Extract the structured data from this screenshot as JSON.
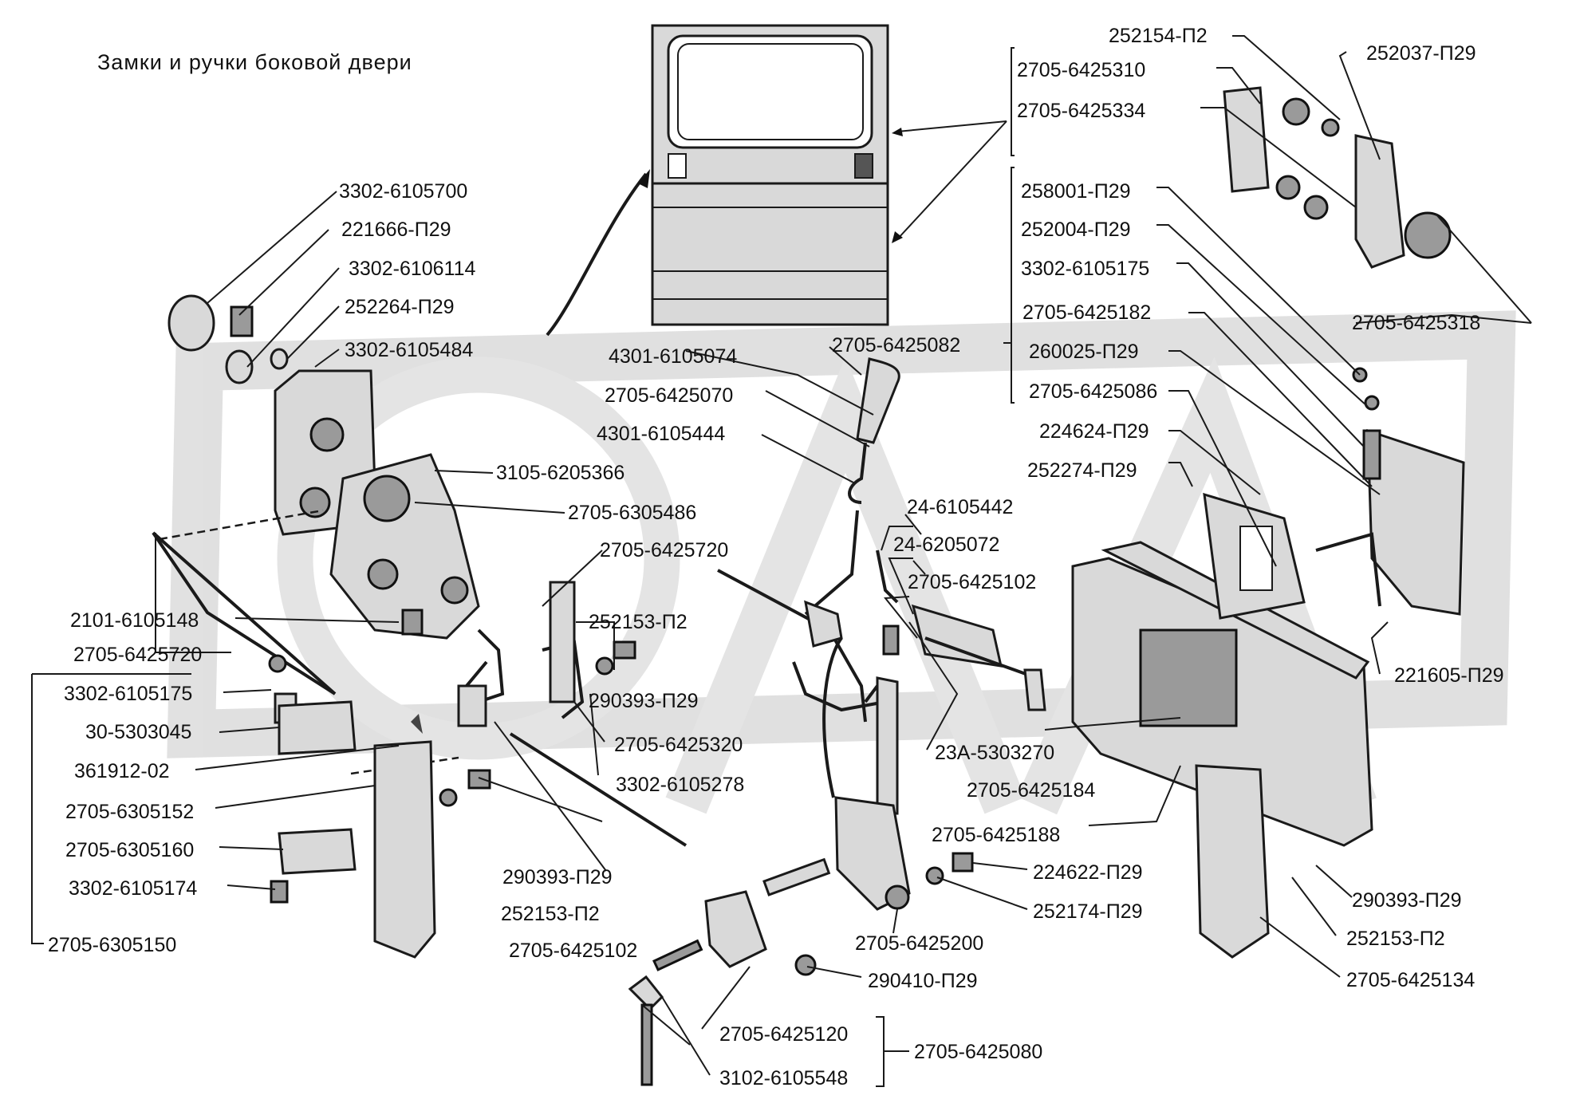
{
  "title": "Замки и ручки боковой двери",
  "colors": {
    "background": "#ffffff",
    "ink": "#111111",
    "watermark": "#c8c8c8",
    "part_fill": "#d9d9d9"
  },
  "labels": {
    "p_252154_P2_top": "252154-П2",
    "p_2705_6425310": "2705-6425310",
    "p_252037_P29": "252037-П29",
    "p_2705_6425334": "2705-6425334",
    "p_3302_6105700": "3302-6105700",
    "p_258001_P29": "258001-П29",
    "p_221666_P29": "221666-П29",
    "p_252004_P29": "252004-П29",
    "p_3302_6106114": "3302-6106114",
    "p_3302_6105175_right": "3302-6105175",
    "p_252264_P29": "252264-П29",
    "p_2705_6425182": "2705-6425182",
    "p_2705_6425318": "2705-6425318",
    "p_3302_6105484": "3302-6105484",
    "p_2705_6425082": "2705-6425082",
    "p_4301_6105074": "4301-6105074",
    "p_260025_P29": "260025-П29",
    "p_2705_6425070": "2705-6425070",
    "p_2705_6425086": "2705-6425086",
    "p_4301_6105444": "4301-6105444",
    "p_224624_P29": "224624-П29",
    "p_3105_6205366": "3105-6205366",
    "p_252274_P29": "252274-П29",
    "p_2705_6305486": "2705-6305486",
    "p_24_6105442": "24-6105442",
    "p_2705_6425720_mid": "2705-6425720",
    "p_24_6205072": "24-6205072",
    "p_2705_6425102_right": "2705-6425102",
    "p_2101_6105148": "2101-6105148",
    "p_252153_P2_mid": "252153-П2",
    "p_221605_P29": "221605-П29",
    "p_2705_6425720_left": "2705-6425720",
    "p_3302_6105175_left": "3302-6105175",
    "p_290393_P29_mid": "290393-П29",
    "p_30_5303045": "30-5303045",
    "p_2705_6425320": "2705-6425320",
    "p_23A_5303270": "23А-5303270",
    "p_361912_02": "361912-02",
    "p_3302_6105278": "3302-6105278",
    "p_2705_6425184": "2705-6425184",
    "p_2705_6305152": "2705-6305152",
    "p_2705_6425188": "2705-6425188",
    "p_2705_6305160": "2705-6305160",
    "p_290393_P29_low": "290393-П29",
    "p_224622_P29": "224622-П29",
    "p_3302_6105174": "3302-6105174",
    "p_290393_P29_right": "290393-П29",
    "p_252153_P2_low": "252153-П2",
    "p_252174_P29": "252174-П29",
    "p_2705_6305150": "2705-6305150",
    "p_2705_6425102_low": "2705-6425102",
    "p_2705_6425200": "2705-6425200",
    "p_252153_P2_right": "252153-П2",
    "p_290410_P29": "290410-П29",
    "p_2705_6425134": "2705-6425134",
    "p_2705_6425120": "2705-6425120",
    "p_2705_6425080": "2705-6425080",
    "p_3102_6105548": "3102-6105548"
  }
}
